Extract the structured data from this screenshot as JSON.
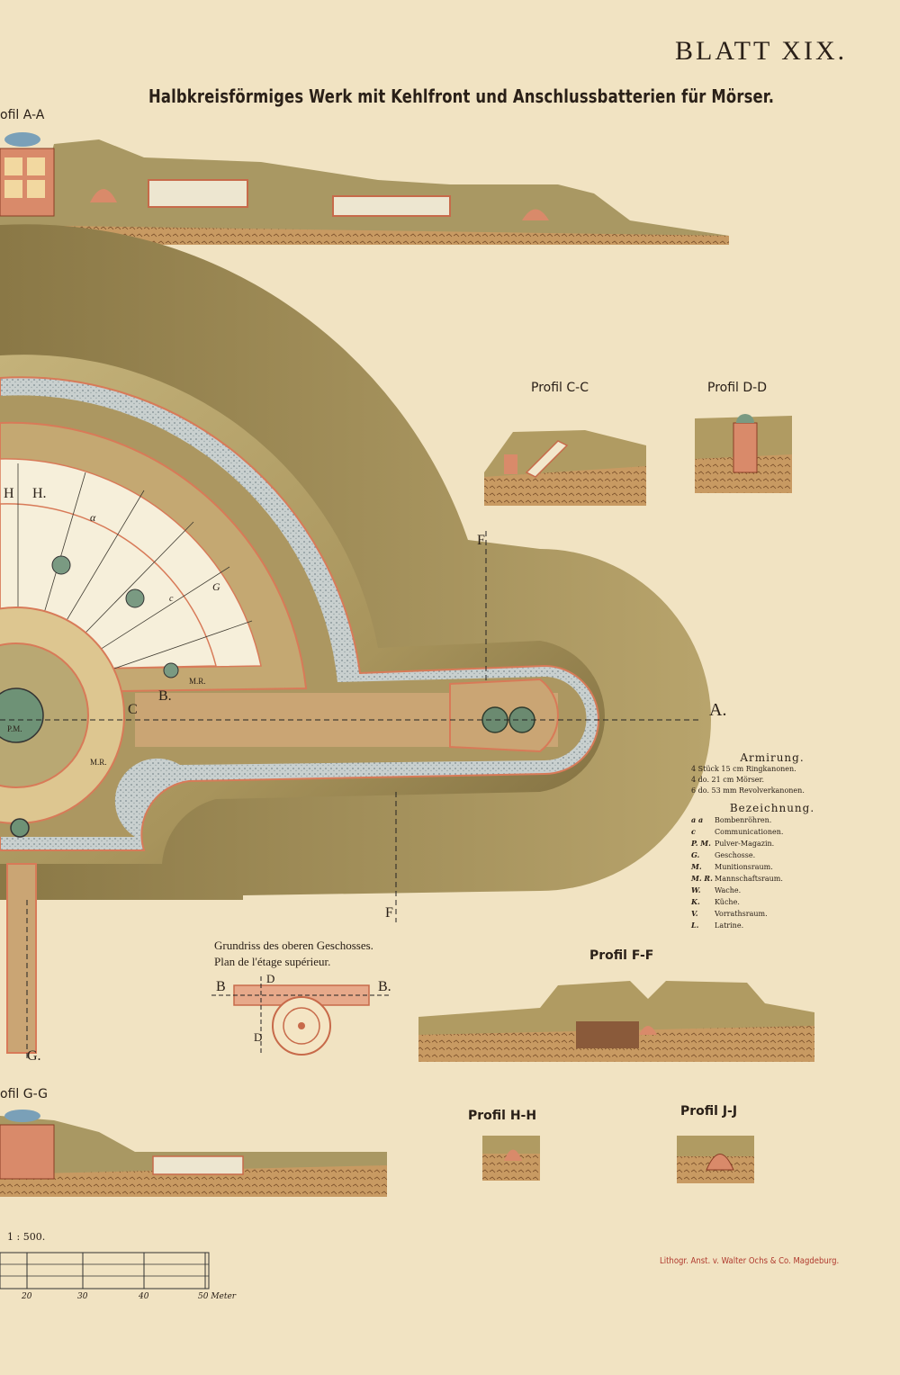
{
  "sheet": {
    "plate_number": "BLATT XIX.",
    "title": "Halbkreisförmiges Werk mit Kehlfront und Anschlussbatterien für Mörser.",
    "publisher": "Lithogr. Anst. v. Walter Ochs & Co. Magdeburg."
  },
  "profiles": {
    "a_a": "ofil A-A",
    "c_c": "Profil C-C",
    "d_d": "Profil D-D",
    "f_f": "Profil F-F",
    "g_g": "ofil G-G",
    "h_h": "Profil H-H",
    "j_j": "Profil J-J"
  },
  "plan_markers": {
    "a": "A.",
    "b": "B.",
    "c": "C",
    "f_top": "F",
    "f_bottom": "F",
    "g": "G.",
    "h_left": "H",
    "h_right": "H.",
    "mr_upper": "M.R.",
    "mr_lower": "M.R.",
    "pm": "P.M.",
    "alpha": "α",
    "c_letter": "c",
    "g_letter": "G"
  },
  "upper_floor": {
    "line1": "Grundriss des oberen Geschosses.",
    "line2": "Plan de l'étage supérieur.",
    "b_left": "B",
    "b_right": "B.",
    "d_top": "D",
    "d_bottom": "D"
  },
  "legend": {
    "armirung_title": "Armirung.",
    "armirung": [
      {
        "qty": "4",
        "text": "Stück 15 cm Ringkanonen."
      },
      {
        "qty": "4",
        "text": "do.   21 cm Mörser."
      },
      {
        "qty": "6",
        "text": "do.   53 mm Revolverkanonen."
      }
    ],
    "bezeichnung_title": "Bezeichnung.",
    "bezeichnung": [
      {
        "code": "a a",
        "text": "Bombenröhren."
      },
      {
        "code": "c",
        "text": "Communicationen."
      },
      {
        "code": "P. M.",
        "text": "Pulver-Magazin."
      },
      {
        "code": "G.",
        "text": "Geschosse."
      },
      {
        "code": "M.",
        "text": "Munitionsraum."
      },
      {
        "code": "M. R.",
        "text": "Mannschaftsraum."
      },
      {
        "code": "W.",
        "text": "Wache."
      },
      {
        "code": "K.",
        "text": "Küche."
      },
      {
        "code": "V.",
        "text": "Vorrathsraum."
      },
      {
        "code": "L.",
        "text": "Latrine."
      }
    ]
  },
  "scale": {
    "ratio": "1 : 500.",
    "ticks": [
      "20",
      "30",
      "40",
      "50 Meter"
    ]
  },
  "colors": {
    "paper": "#f1e3c2",
    "earth": "#b9a56e",
    "earth_dark": "#8c7a47",
    "masonry": "#e08a66",
    "gravel": "#b7c3c8",
    "concrete": "#d7c9a1",
    "red_text": "#b03a2e"
  }
}
